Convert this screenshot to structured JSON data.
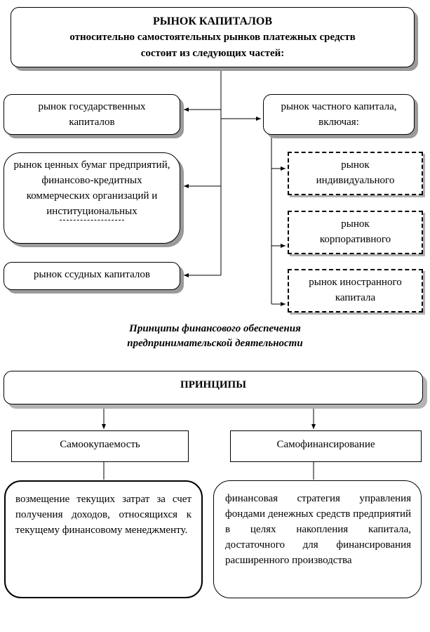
{
  "market": {
    "header": {
      "title": "РЫНОК КАПИТАЛОВ",
      "line2": "относительно самостоятельных рынков платежных средств",
      "line3": "состоит из следующих частей:"
    },
    "left": {
      "government": "рынок государственных капиталов",
      "securities": "рынок ценных бумаг предприятий, финансово-кредитных коммерческих организаций и институциональных",
      "loan": "рынок ссудных капиталов"
    },
    "right": {
      "private": "рынок частного капитала, включая:",
      "individual": "рынок индивидуального",
      "corporate": "рынок корпоративного",
      "foreign": "рынок иностранного капитала"
    }
  },
  "caption": {
    "line1": "Принципы финансового обеспечения",
    "line2": "предпринимательской деятельности"
  },
  "principles": {
    "title": "ПРИНЦИПЫ",
    "self_payback": {
      "label": "Самоокупаемость",
      "description": "возмещение текущих затрат за счет получения доходов, относящихся к текущему финансовому менеджменту."
    },
    "self_financing": {
      "label": "Самофинансирование",
      "description": "финансовая стратегия управления фондами денежных средств предприятий в целях накопления капитала, достаточного для финансирования расширенного производства"
    }
  }
}
